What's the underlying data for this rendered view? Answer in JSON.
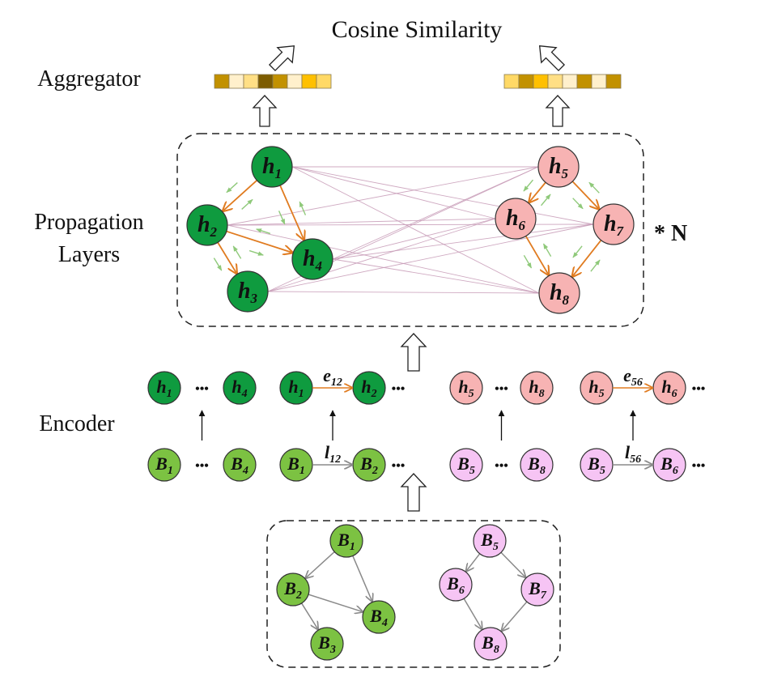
{
  "title": "Cosine Similarity",
  "stage_labels": {
    "aggregator": "Aggregator",
    "propagation_line1": "Propagation",
    "propagation_line2": "Layers",
    "encoder": "Encoder",
    "repeat": "* N"
  },
  "colors": {
    "green_dark": "#0f9b3f",
    "green_light": "#7cc242",
    "pink_dark": "#f7b3b3",
    "pink_light": "#f6c4f4",
    "orange_edge": "#e07b20",
    "gray_edge": "#8a8a8a",
    "cross_edge": "#c79bb7",
    "message_arrow": "#8fc97a"
  },
  "aggregator_vectors": {
    "left": [
      "#c29100",
      "#fff0cc",
      "#ffdf85",
      "#7d5c00",
      "#c29100",
      "#fff0cc",
      "#ffc000",
      "#ffd966"
    ],
    "right": [
      "#ffd966",
      "#c29100",
      "#ffc000",
      "#ffdf85",
      "#fff0cc",
      "#c29100",
      "#fff0cc",
      "#c29100"
    ]
  },
  "propagation": {
    "left_nodes": [
      {
        "id": "h1",
        "base": "h",
        "sub": "1"
      },
      {
        "id": "h2",
        "base": "h",
        "sub": "2"
      },
      {
        "id": "h3",
        "base": "h",
        "sub": "3"
      },
      {
        "id": "h4",
        "base": "h",
        "sub": "4"
      }
    ],
    "right_nodes": [
      {
        "id": "h5",
        "base": "h",
        "sub": "5"
      },
      {
        "id": "h6",
        "base": "h",
        "sub": "6"
      },
      {
        "id": "h7",
        "base": "h",
        "sub": "7"
      },
      {
        "id": "h8",
        "base": "h",
        "sub": "8"
      }
    ],
    "left_edges": [
      [
        "h1",
        "h2"
      ],
      [
        "h1",
        "h4"
      ],
      [
        "h2",
        "h3"
      ],
      [
        "h2",
        "h4"
      ]
    ],
    "right_edges": [
      [
        "h5",
        "h6"
      ],
      [
        "h5",
        "h7"
      ],
      [
        "h6",
        "h8"
      ],
      [
        "h7",
        "h8"
      ]
    ]
  },
  "encoder": {
    "groups": [
      {
        "h": [
          {
            "base": "h",
            "sub": "1"
          },
          {
            "base": "h",
            "sub": "4"
          }
        ],
        "b": [
          {
            "base": "B",
            "sub": "1"
          },
          {
            "base": "B",
            "sub": "4"
          }
        ],
        "ellipsis": "•••",
        "side": "left",
        "type": "set"
      },
      {
        "h": [
          {
            "base": "h",
            "sub": "1"
          },
          {
            "base": "h",
            "sub": "2"
          }
        ],
        "b": [
          {
            "base": "B",
            "sub": "1"
          },
          {
            "base": "B",
            "sub": "2"
          }
        ],
        "ellipsis": "•••",
        "side": "left",
        "type": "edge",
        "edge_h": {
          "base": "e",
          "sub": "12"
        },
        "edge_b": {
          "base": "l",
          "sub": "12"
        }
      },
      {
        "h": [
          {
            "base": "h",
            "sub": "5"
          },
          {
            "base": "h",
            "sub": "8"
          }
        ],
        "b": [
          {
            "base": "B",
            "sub": "5"
          },
          {
            "base": "B",
            "sub": "8"
          }
        ],
        "ellipsis": "•••",
        "side": "right",
        "type": "set"
      },
      {
        "h": [
          {
            "base": "h",
            "sub": "5"
          },
          {
            "base": "h",
            "sub": "6"
          }
        ],
        "b": [
          {
            "base": "B",
            "sub": "5"
          },
          {
            "base": "B",
            "sub": "6"
          }
        ],
        "ellipsis": "•••",
        "side": "right",
        "type": "edge",
        "edge_h": {
          "base": "e",
          "sub": "56"
        },
        "edge_b": {
          "base": "l",
          "sub": "56"
        }
      }
    ]
  },
  "input_graphs": {
    "left_nodes": [
      {
        "id": "B1",
        "base": "B",
        "sub": "1"
      },
      {
        "id": "B2",
        "base": "B",
        "sub": "2"
      },
      {
        "id": "B3",
        "base": "B",
        "sub": "3"
      },
      {
        "id": "B4",
        "base": "B",
        "sub": "4"
      }
    ],
    "right_nodes": [
      {
        "id": "B5",
        "base": "B",
        "sub": "5"
      },
      {
        "id": "B6",
        "base": "B",
        "sub": "6"
      },
      {
        "id": "B7",
        "base": "B",
        "sub": "7"
      },
      {
        "id": "B8",
        "base": "B",
        "sub": "8"
      }
    ],
    "left_edges": [
      [
        "B1",
        "B2"
      ],
      [
        "B1",
        "B4"
      ],
      [
        "B2",
        "B3"
      ],
      [
        "B2",
        "B4"
      ]
    ],
    "right_edges": [
      [
        "B5",
        "B6"
      ],
      [
        "B5",
        "B7"
      ],
      [
        "B6",
        "B8"
      ],
      [
        "B7",
        "B8"
      ]
    ]
  }
}
